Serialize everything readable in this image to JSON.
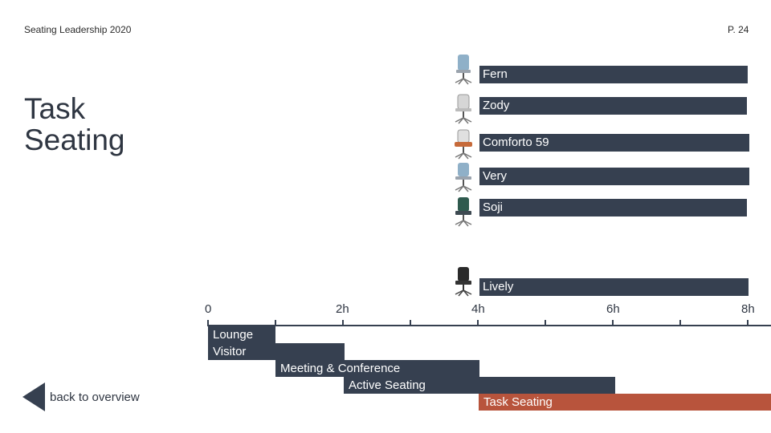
{
  "header": {
    "doc_title": "Seating Leadership 2020",
    "page": "P. 24"
  },
  "title": {
    "line1": "Task",
    "line2": "Seating"
  },
  "products": [
    {
      "name": "Fern",
      "color": "#8fb0c8"
    },
    {
      "name": "Zody",
      "color": "#c8c8c8"
    },
    {
      "name": "Comforto 59",
      "color": "#c66a3a"
    },
    {
      "name": "Very",
      "color": "#8fb0c8"
    },
    {
      "name": "Soji",
      "color": "#2f5a4e"
    },
    {
      "name": "Lively",
      "color": "#2a2a2a"
    }
  ],
  "axis": {
    "ticks": [
      "0",
      "2h",
      "4h",
      "6h",
      "8h"
    ]
  },
  "timeline": {
    "lounge": "Lounge",
    "visitor": "Visitor",
    "meeting": "Meeting & Conference",
    "active": "Active Seating",
    "task": "Task Seating"
  },
  "nav": {
    "back_label": "back to overview",
    "back_icon": "triangle-left-icon"
  },
  "colors": {
    "bar": "#364050",
    "task_accent": "#b8543c"
  }
}
